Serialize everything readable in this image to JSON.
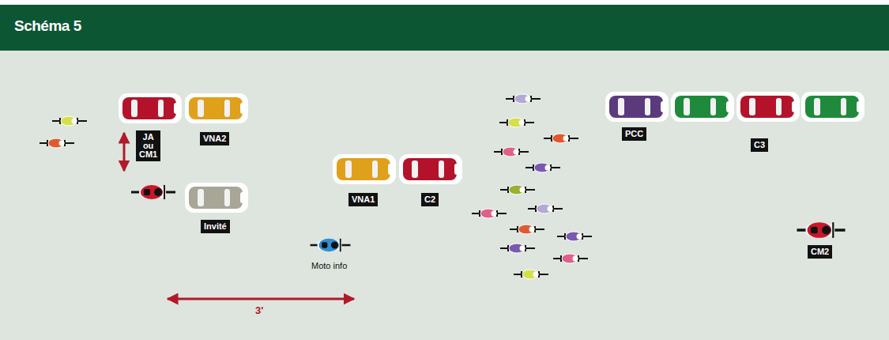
{
  "diagram": {
    "title": "Schéma 5",
    "nodes": [
      {
        "text": [
          "JA ou CM1"
        ]
      },
      {
        "text": [
          "VNA2"
        ]
      },
      {
        "text": [
          "Invité"
        ]
      },
      {
        "text": [
          "VNA1"
        ]
      },
      {
        "text": [
          "C2"
        ]
      },
      {
        "text": [
          "PCC"
        ]
      },
      {
        "text": [
          "C3"
        ]
      },
      {
        "text": [
          "CM2"
        ]
      }
    ],
    "labels": [
      "Moto info",
      "3'"
    ]
  }
}
